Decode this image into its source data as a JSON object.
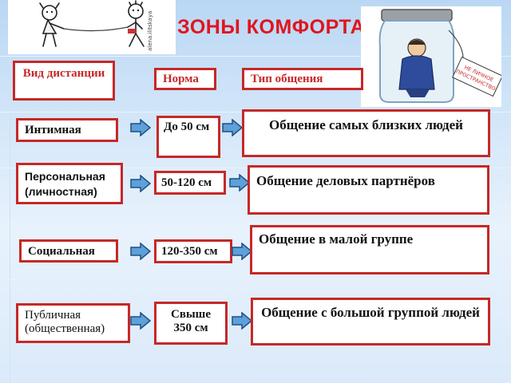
{
  "title": "ЗОНЫ КОМФОРТА",
  "headers": {
    "distance_type": "Вид дистанции",
    "norm": "Норма",
    "communication_type": "Тип общения"
  },
  "rows": [
    {
      "zone": "Интимная",
      "norm": "До 50 см",
      "communication": "Общение самых близких людей"
    },
    {
      "zone": "Персональная (личностная)",
      "norm": "50-120 см",
      "communication": "Общение деловых партнёров"
    },
    {
      "zone": "Социальная",
      "norm": "120-350 см",
      "communication": "Общение в малой группе"
    },
    {
      "zone": "Публичная (общественная)",
      "norm": "Свыше 350 см",
      "communication": "Общение с большой группой людей"
    }
  ],
  "illustrations": {
    "left": "two-people-pulling-rope-illustration",
    "right": "person-in-jar-illustration",
    "jar_tag_text": "НЕ ЛИЧНОЕ ПРОСТРАНСТВО",
    "signature": "alena.ilitskaya"
  },
  "colors": {
    "title": "#e0151f",
    "border": "#c62828",
    "header_text": "#c62828",
    "arrow_fill": "#5ea0d8",
    "arrow_stroke": "#1f4f85"
  }
}
